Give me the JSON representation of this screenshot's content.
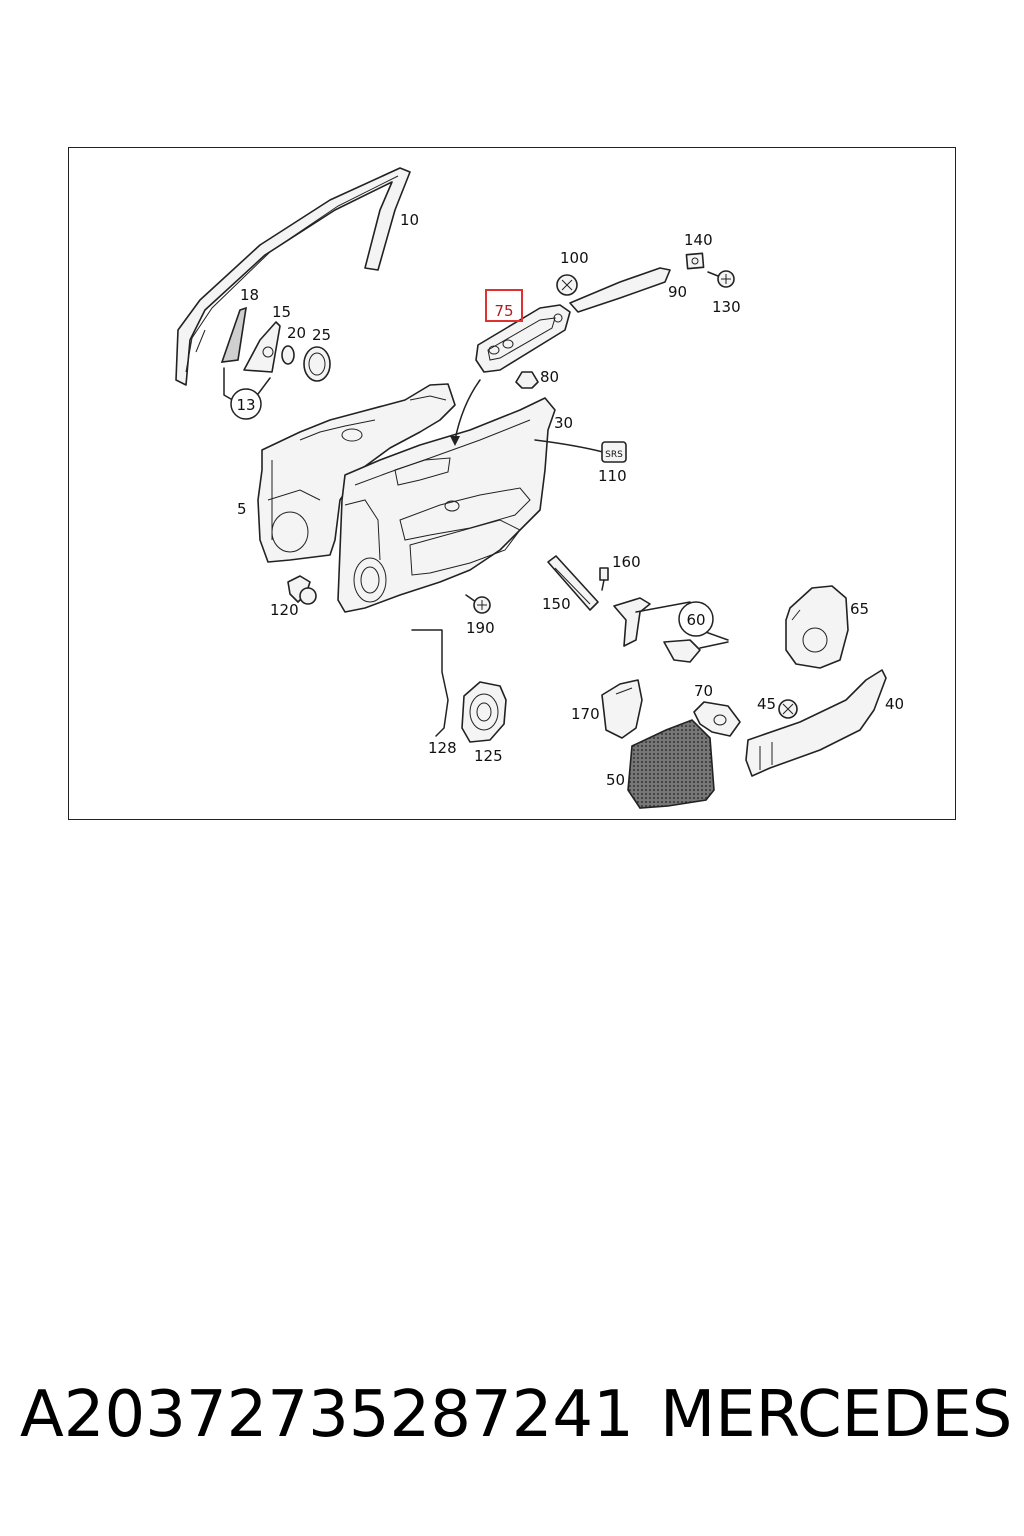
{
  "diagram": {
    "callouts": {
      "p10": "10",
      "p18": "18",
      "p15": "15",
      "p20": "20",
      "p25": "25",
      "p13": "13",
      "p100": "100",
      "p75": "75",
      "p140": "140",
      "p90": "90",
      "p130": "130",
      "p80": "80",
      "p30": "30",
      "p110": "110",
      "p5": "5",
      "p160": "160",
      "p150": "150",
      "p60": "60",
      "p65": "65",
      "p120": "120",
      "p190": "190",
      "p170": "170",
      "p70": "70",
      "p45": "45",
      "p40": "40",
      "p128": "128",
      "p125": "125",
      "p50": "50"
    },
    "badge_text": "SRS",
    "highlight_color": "#e03030"
  },
  "footer": {
    "part_number": "A20372735287241",
    "brand": "MERCEDES"
  }
}
